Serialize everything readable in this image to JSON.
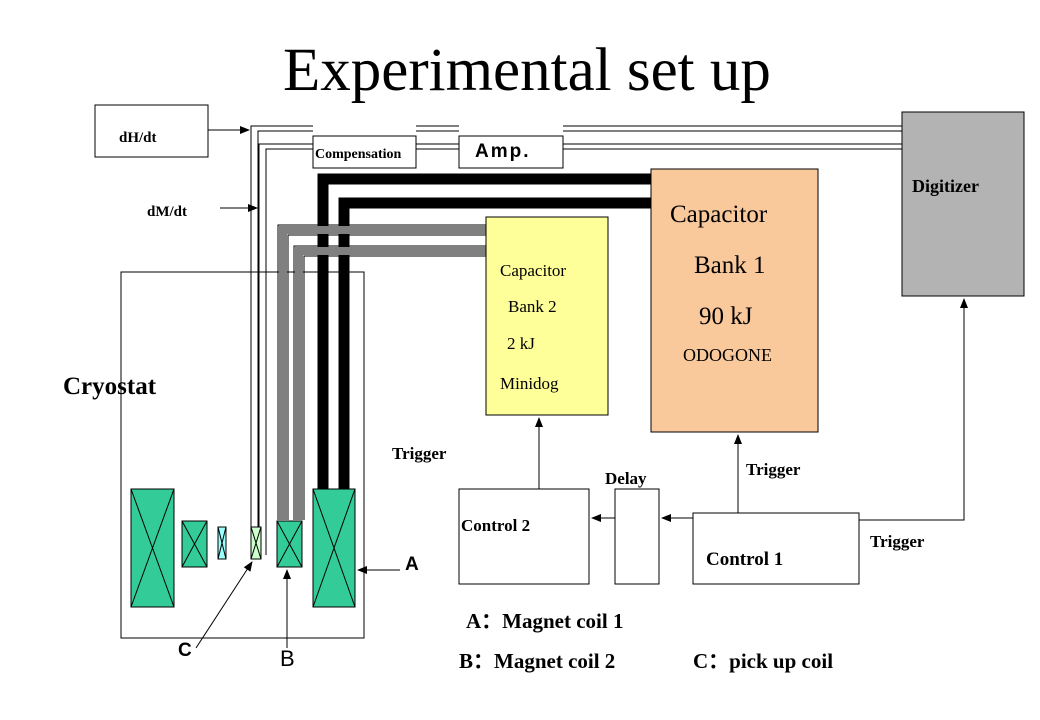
{
  "title": "Experimental set up",
  "boxes": {
    "dhdt": "dH/dt",
    "dmdt": "dM/dt",
    "compensation": "Compensation",
    "amp": "Amp.",
    "digitizer": "Digitizer",
    "cap1": [
      "Capacitor",
      "Bank 1",
      "90 kJ",
      "ODOGONE"
    ],
    "cap2": [
      "Capacitor",
      "Bank 2",
      "2 kJ",
      "Minidog"
    ],
    "cryostat": "Cryostat",
    "control1": "Control 1",
    "control2": "Control 2",
    "delay": "Delay"
  },
  "triggers": [
    "Trigger",
    "Trigger",
    "Trigger"
  ],
  "labels": {
    "a": "A",
    "b": "B",
    "c": "C"
  },
  "legend": {
    "a": "A：Magnet coil 1",
    "b": "B：Magnet coil 2",
    "c": "C：pick up coil"
  },
  "colors": {
    "capacitor_bank_1": "#f9c89b",
    "capacitor_bank_2": "#ffff99",
    "digitizer": "#b3b3b3",
    "coil": "#33cc99",
    "thick_cable": "#000000",
    "gray_cable": "#808080"
  }
}
